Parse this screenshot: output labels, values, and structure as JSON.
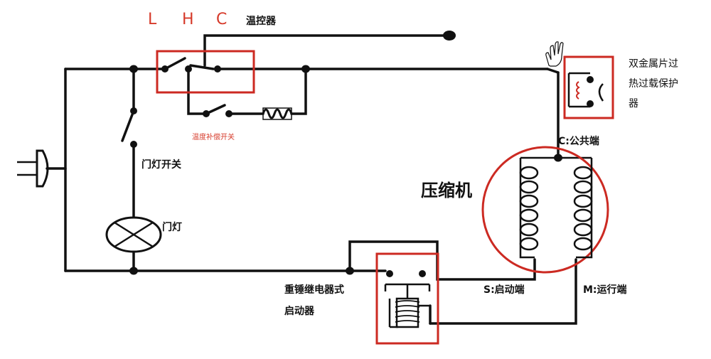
{
  "terminals": {
    "l": "L",
    "h": "H",
    "c": "C"
  },
  "labels": {
    "thermostat": "温控器",
    "temp_comp_switch": "温度补偿开关",
    "door_switch": "门灯开关",
    "door_lamp": "门灯",
    "overload_line1": "双金属片过",
    "overload_line2": "热过载保护",
    "overload_line3": "器",
    "common_terminal": "C:公共端",
    "compressor": "压缩机",
    "start_terminal": "S:启动端",
    "run_terminal": "M:运行端",
    "relay_line1": "重锤继电器式",
    "relay_line2": "启动器"
  },
  "colors": {
    "wire": "#111111",
    "highlight": "#cc2a22",
    "terminal_letters": "#d63a2a",
    "background": "#ffffff"
  },
  "icons": {
    "plug": "power-plug-icon",
    "lamp": "lamp-icon",
    "heater": "heater-coil-icon",
    "hand": "hand-cursor-icon"
  }
}
